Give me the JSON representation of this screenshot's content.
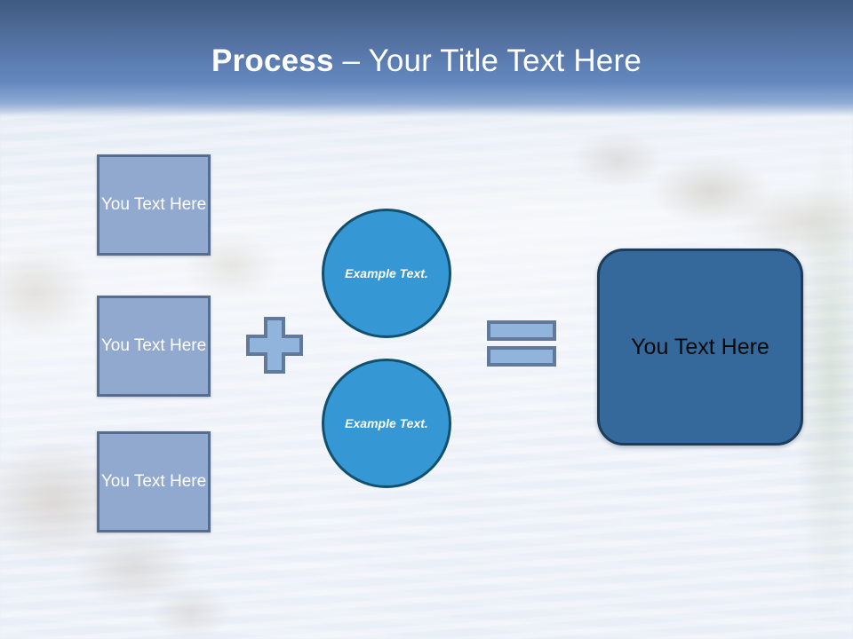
{
  "slide": {
    "title_strong": "Process",
    "title_rest": " – Your Title Text Here",
    "background": "waterfall-photo",
    "colors": {
      "title_band_top": "#3f5a82",
      "title_band_bottom": "#6388bf",
      "input_box_fill": "#91a9cf",
      "input_box_border": "#566d90",
      "circle_fill": "#3597d3",
      "circle_border": "#12506f",
      "operator_fill": "#91b4dd",
      "operator_border": "#62799c",
      "result_fill": "#35699c",
      "result_border": "#1d3c5c",
      "title_text": "#ffffff",
      "result_text": "#0a0a0a"
    }
  },
  "diagram": {
    "inputs": [
      {
        "label": "You Text Here"
      },
      {
        "label": "You Text Here"
      },
      {
        "label": "You Text Here"
      }
    ],
    "plus_operator": "plus-sign",
    "circles": [
      {
        "label": "Example Text."
      },
      {
        "label": "Example Text."
      }
    ],
    "equals_operator": "equals-sign",
    "result": {
      "label": "You Text Here"
    }
  }
}
